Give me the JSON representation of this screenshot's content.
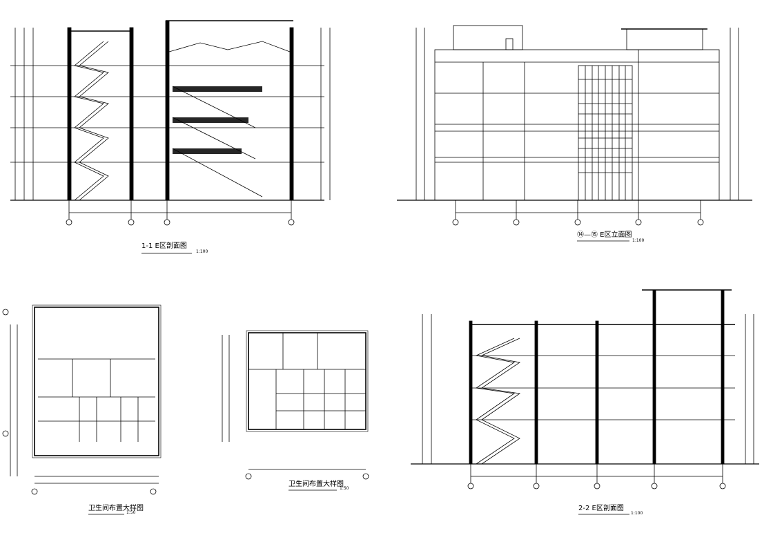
{
  "sheet": {
    "background": "#ffffff",
    "line_color": "#000000"
  },
  "drawings": {
    "section_1_1": {
      "title": "1-1 E区剖面图",
      "scale": "1:100"
    },
    "elevation": {
      "title": "⑭—⑮ E区立面图",
      "scale": "1:100"
    },
    "toilet_plan_a": {
      "title": "卫生间布置大样图",
      "scale": "1:50"
    },
    "toilet_plan_b": {
      "title": "卫生间布置大样图",
      "scale": "1:50"
    },
    "section_2_2": {
      "title": "2-2 E区剖面图",
      "scale": "1:100"
    }
  }
}
